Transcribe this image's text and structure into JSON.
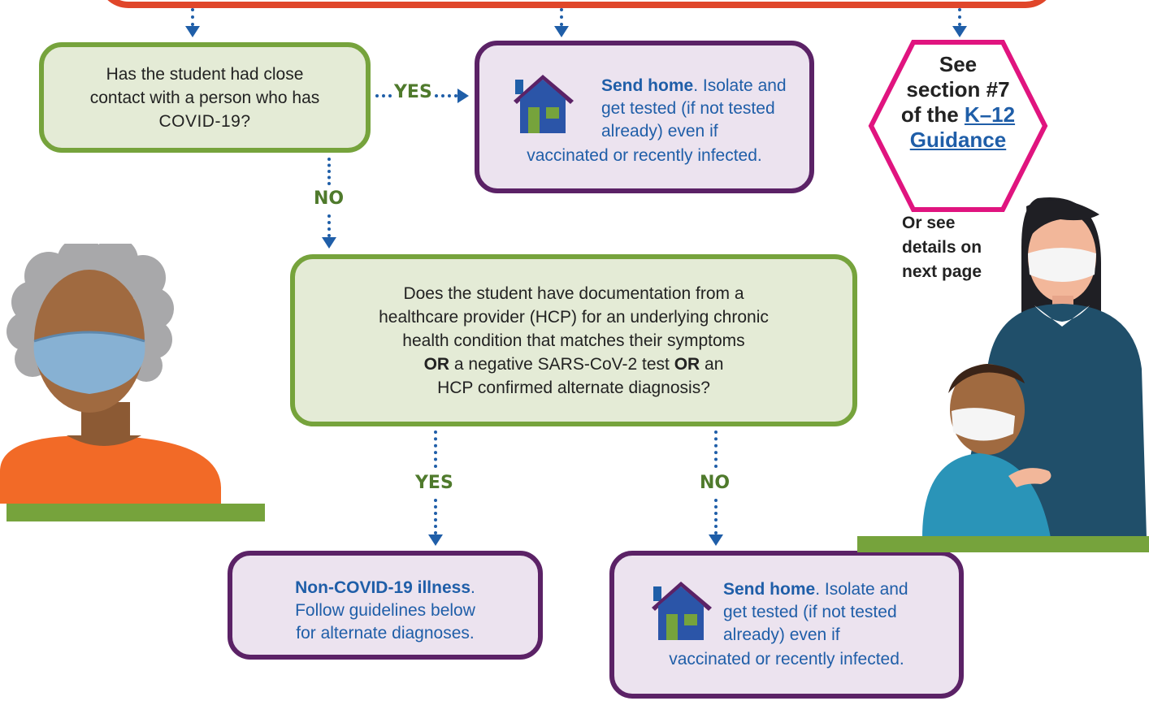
{
  "top_bar": {
    "color": "#e0462a"
  },
  "question1": {
    "line1": "Has the student had close",
    "line2": "contact with a person who has",
    "line3": "COVID-19?"
  },
  "yes_top_label": "YES",
  "no_left_label": "NO",
  "send_home_1": {
    "title": "Send home",
    "line1": ". Isolate and",
    "line2": "get tested (if not tested",
    "line3": "already) even if",
    "line4": "vaccinated or recently infected."
  },
  "hexagon": {
    "line1": "See",
    "line2": "section #7",
    "line3_prefix": "of the ",
    "line3_link": "K–12",
    "line4_link": "Guidance"
  },
  "side_note": {
    "line1": "Or see",
    "line2": "details on",
    "line3": "next page"
  },
  "question2": {
    "line1": "Does the student have documentation from a",
    "line2": "healthcare provider (HCP) for an underlying chronic",
    "line3": "health condition that matches their symptoms",
    "or1": "OR",
    "line4_mid": " a negative SARS-CoV-2 test ",
    "or2": "OR",
    "line4_end": " an",
    "line5": "HCP confirmed alternate diagnosis?"
  },
  "yes_bottom_label": "YES",
  "no_bottom_label": "NO",
  "non_covid": {
    "title": "Non-COVID-19 illness",
    "title_end": ".",
    "line1": "Follow guidelines below",
    "line2": "for alternate diagnoses."
  },
  "send_home_2": {
    "title": "Send home",
    "line1": ". Isolate and",
    "line2": "get tested (if not tested",
    "line3": "already) even if",
    "line4": "vaccinated or recently infected."
  },
  "colors": {
    "green_border": "#76a33c",
    "green_fill": "#e4ebd6",
    "purple_border": "#5b2266",
    "purple_fill": "#ece3ef",
    "blue": "#1f5ea8",
    "magenta": "#e0147f",
    "label_green": "#4f7a2c"
  }
}
